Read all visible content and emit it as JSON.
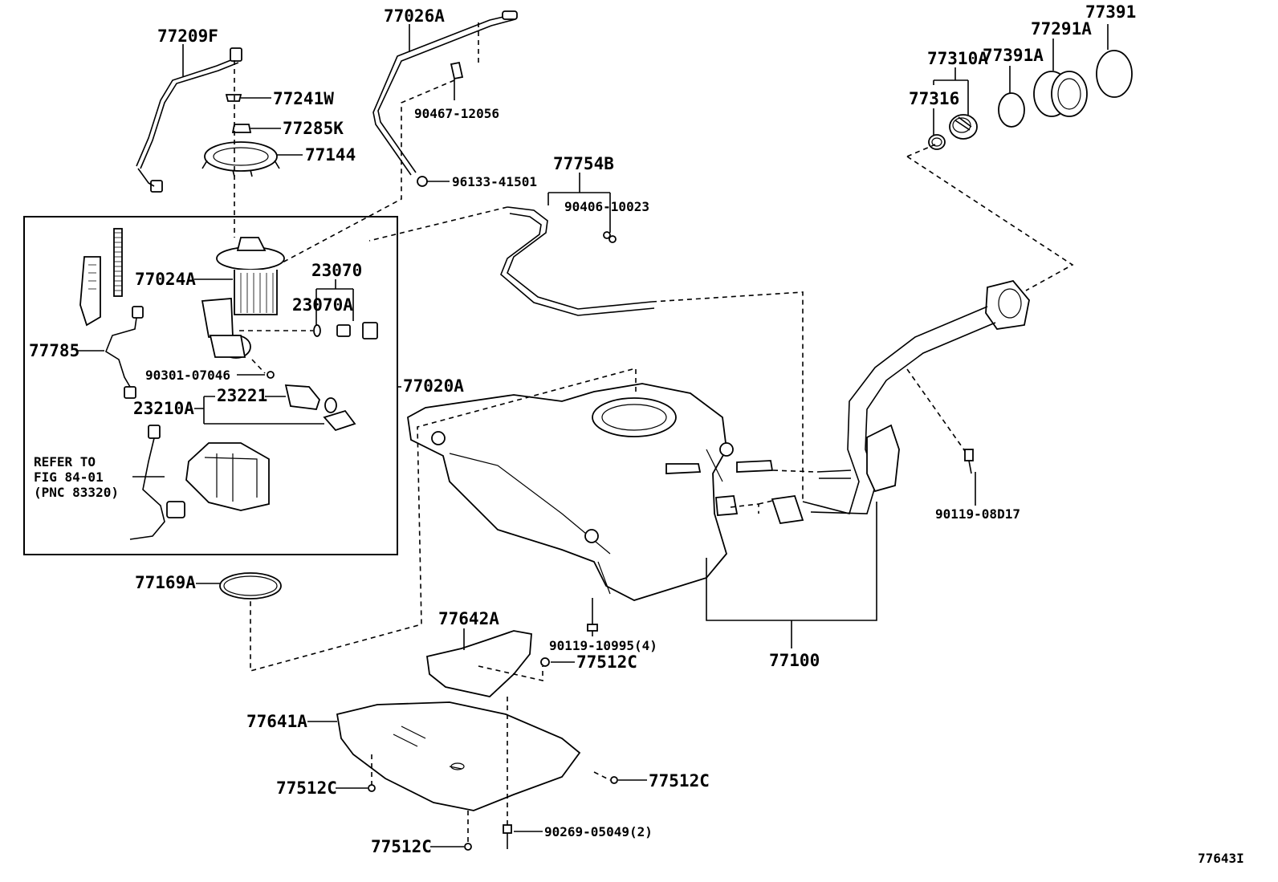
{
  "diagram_id": "77643I",
  "labels": {
    "p77209F": "77209F",
    "p77026A": "77026A",
    "p77241W": "77241W",
    "p77285K": "77285K",
    "p77144": "77144",
    "p90467_12056": "90467-12056",
    "p96133_41501": "96133-41501",
    "p77754B": "77754B",
    "p90406_10023": "90406-10023",
    "p77391": "77391",
    "p77291A": "77291A",
    "p77310A": "77310A",
    "p77391A": "77391A",
    "p77316": "77316",
    "p77024A": "77024A",
    "p23070": "23070",
    "p23070A": "23070A",
    "p77785": "77785",
    "p90301_07046": "90301-07046",
    "p77020A": "77020A",
    "p23221": "23221",
    "p23210A": "23210A",
    "refer_line1": "REFER TO",
    "refer_line2": "FIG 84-01",
    "refer_line3": "(PNC 83320)",
    "p90119_08D17": "90119-08D17",
    "p77169A": "77169A",
    "p77642A": "77642A",
    "p90119_10995": "90119-10995(4)",
    "p77512C_a": "77512C",
    "p77100": "77100",
    "p77641A": "77641A",
    "p77512C_b": "77512C",
    "p77512C_c": "77512C",
    "p90269_05049": "90269-05049(2)",
    "p77512C_d": "77512C"
  }
}
